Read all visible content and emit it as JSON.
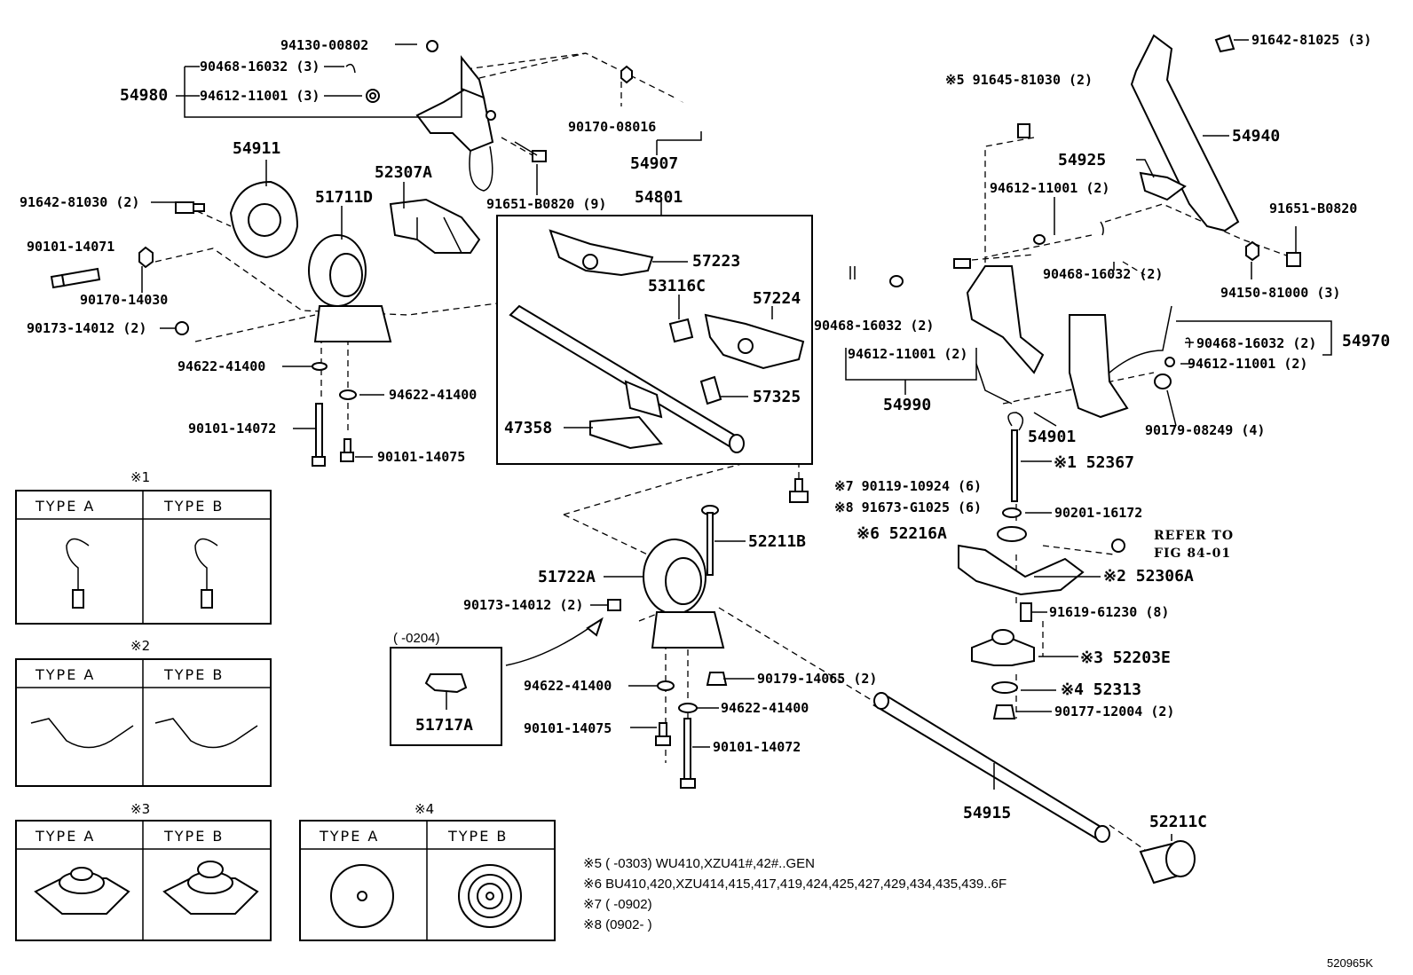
{
  "labels": {
    "p94130_00802": "94130-00802",
    "p90468_16032_3": "90468-16032 (3)",
    "p94612_11001_3": "94612-11001 (3)",
    "p54980": "54980",
    "p54911": "54911",
    "p52307A": "52307A",
    "p51711D": "51711D",
    "p91642_81030_2": "91642-81030 (2)",
    "p90101_14071": "90101-14071",
    "p90170_14030": "90170-14030",
    "p90173_14012_2a": "90173-14012 (2)",
    "p94622_41400_a": "94622-41400",
    "p94622_41400_b": "94622-41400",
    "p90101_14072_a": "90101-14072",
    "p90101_14075_a": "90101-14075",
    "p90170_08016": "90170-08016",
    "p54907": "54907",
    "p91651_B0820_9": "91651-B0820 (9)",
    "p54801": "54801",
    "p57223": "57223",
    "p53116C": "53116C",
    "p57224": "57224",
    "p57325": "57325",
    "p47358": "47358",
    "p91645_81030_2": "※5 91645-81030 (2)",
    "p94612_11001_2a": "94612-11001 (2)",
    "p90468_16032_2a": "90468-16032 (2)",
    "p90468_16032_2b": "90468-16032 (2)",
    "p94612_11001_2b": "94612-11001 (2)",
    "p54990": "54990",
    "p54901": "54901",
    "p91642_81025_3": "91642-81025 (3)",
    "p54940": "54940",
    "p54925": "54925",
    "p91651_B0820": "91651-B0820",
    "p94150_81000_3": "94150-81000 (3)",
    "p54970": "54970",
    "p90468_16032_2c": "90468-16032 (2)",
    "p94612_11001_2c": "94612-11001 (2)",
    "p90179_08249_4": "90179-08249 (4)",
    "p52367": "※1 52367",
    "p90119_10924_6": "※7 90119-10924 (6)",
    "p91673_G1025_6": "※8 91673-G1025 (6)",
    "p90201_16172": "90201-16172",
    "p52216A": "※6 52216A",
    "p52306A": "※2 52306A",
    "p91619_61230_8": "91619-61230 (8)",
    "p52203E": "※3 52203E",
    "p52313": "※4 52313",
    "p90177_12004_2": "90177-12004 (2)",
    "refer_line1": "REFER TO",
    "refer_line2": "FIG 84-01",
    "p52211B": "52211B",
    "p51722A": "51722A",
    "p90173_14012_2b": "90173-14012 (2)",
    "p90179_14065_2": "90179-14065 (2)",
    "p94622_41400_c": "94622-41400",
    "p94622_41400_d": "94622-41400",
    "p90101_14075_b": "90101-14075",
    "p90101_14072_b": "90101-14072",
    "p54915": "54915",
    "p52211C": "52211C",
    "inset_range": "(        -0204)",
    "p51717A": "51717A"
  },
  "type_tables": [
    {
      "mark": "※1",
      "a": "TYPE  A",
      "b": "TYPE  B"
    },
    {
      "mark": "※2",
      "a": "TYPE  A",
      "b": "TYPE  B"
    },
    {
      "mark": "※3",
      "a": "TYPE  A",
      "b": "TYPE  B"
    },
    {
      "mark": "※4",
      "a": "TYPE  A",
      "b": "TYPE  B"
    }
  ],
  "footnotes": [
    "※5 (        -0303) WU410,XZU41#,42#..GEN",
    "※6 BU410,420,XZU414,415,417,419,424,425,427,429,434,435,439..6F",
    "※7 (        -0902)",
    "※8 (0902-        )"
  ],
  "figure_id": "520965K"
}
